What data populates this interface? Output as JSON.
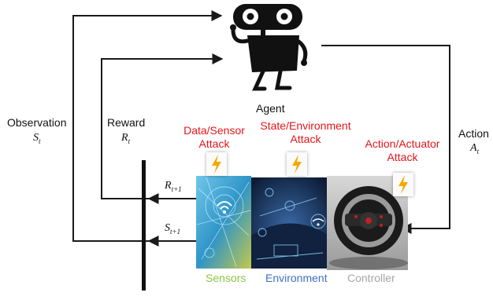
{
  "agent": {
    "label": "Agent"
  },
  "signals": {
    "observation": {
      "label": "Observation",
      "symbol": "S",
      "subscript": "t"
    },
    "reward": {
      "label": "Reward",
      "symbol": "R",
      "subscript": "t"
    },
    "action": {
      "label": "Action",
      "symbol": "A",
      "subscript": "t"
    },
    "reward_next": {
      "symbol": "R",
      "subscript": "t+1"
    },
    "state_next": {
      "symbol": "S",
      "subscript": "t+1"
    }
  },
  "attacks": [
    {
      "line1": "Data/Sensor",
      "line2": "Attack"
    },
    {
      "line1": "State/Environment",
      "line2": "Attack"
    },
    {
      "line1": "Action/Actuator",
      "line2": "Attack"
    }
  ],
  "components": [
    {
      "label": "Sensors",
      "color": "#8dc63f"
    },
    {
      "label": "Environment",
      "color": "#3f6fc6"
    },
    {
      "label": "Controller",
      "color": "#a6a6a6"
    }
  ],
  "colors": {
    "attack": "#e3151a",
    "arrow": "#1a1a1a",
    "bolt": "#f5a800"
  }
}
